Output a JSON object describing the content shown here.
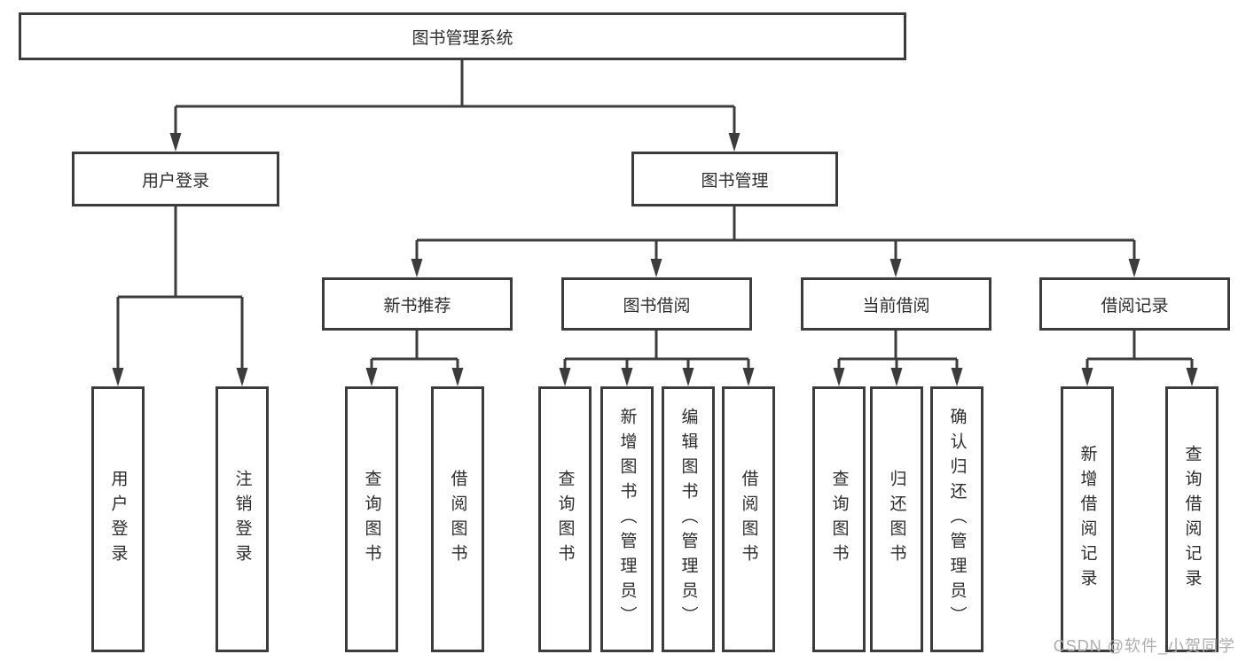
{
  "diagram": {
    "root": {
      "label": "图书管理系统"
    },
    "branches": [
      {
        "label": "用户登录",
        "children": [
          {
            "label": "用户登录"
          },
          {
            "label": "注销登录"
          }
        ]
      },
      {
        "label": "图书管理",
        "children": [
          {
            "label": "新书推荐",
            "children": [
              {
                "label": "查询图书"
              },
              {
                "label": "借阅图书"
              }
            ]
          },
          {
            "label": "图书借阅",
            "children": [
              {
                "label": "查询图书"
              },
              {
                "label": "新增图书（管理员）"
              },
              {
                "label": "编辑图书（管理员）"
              },
              {
                "label": "借阅图书"
              }
            ]
          },
          {
            "label": "当前借阅",
            "children": [
              {
                "label": "查询图书"
              },
              {
                "label": "归还图书"
              },
              {
                "label": "确认归还（管理员）"
              }
            ]
          },
          {
            "label": "借阅记录",
            "children": [
              {
                "label": "新增借阅记录"
              },
              {
                "label": "查询借阅记录"
              }
            ]
          }
        ]
      }
    ]
  },
  "colors": {
    "line": "#3c3c3c",
    "text": "#2d2d2d",
    "watermark": "#aeaeae",
    "background": "#ffffff"
  },
  "watermark": {
    "text": "CSDN @软件_小贺同学"
  }
}
